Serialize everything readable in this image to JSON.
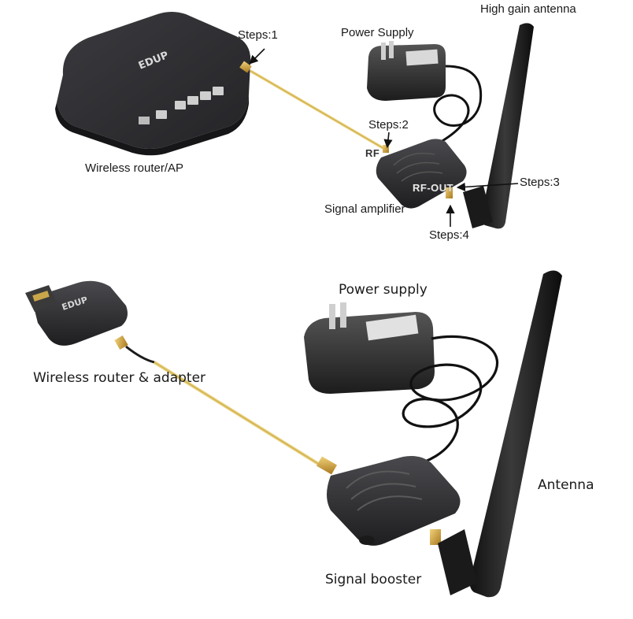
{
  "top": {
    "labels": {
      "high_gain_antenna": "High gain antenna",
      "power_supply": "Power Supply",
      "steps_1": "Steps:1",
      "steps_2": "Steps:2",
      "steps_3": "Steps:3",
      "steps_4": "Steps:4",
      "rf_in": "RF",
      "rf_out": "RF-OUT",
      "wireless_router_ap": "Wireless router/AP",
      "signal_amplifier": "Signal amplifier",
      "router_brand": "EDUP"
    }
  },
  "bottom": {
    "labels": {
      "power_supply": "Power supply",
      "wireless_router_adapter": "Wireless router & adapter",
      "antenna": "Antenna",
      "signal_booster": "Signal booster",
      "adapter_brand": "EDUP"
    }
  },
  "colors": {
    "device_body": "#2b2b2d",
    "cable_gold": "#e8cf78",
    "connector_gold": "#c99a32",
    "label_text": "#1a1a1a",
    "background": "#ffffff"
  },
  "icons": [
    "arrow-icon"
  ]
}
